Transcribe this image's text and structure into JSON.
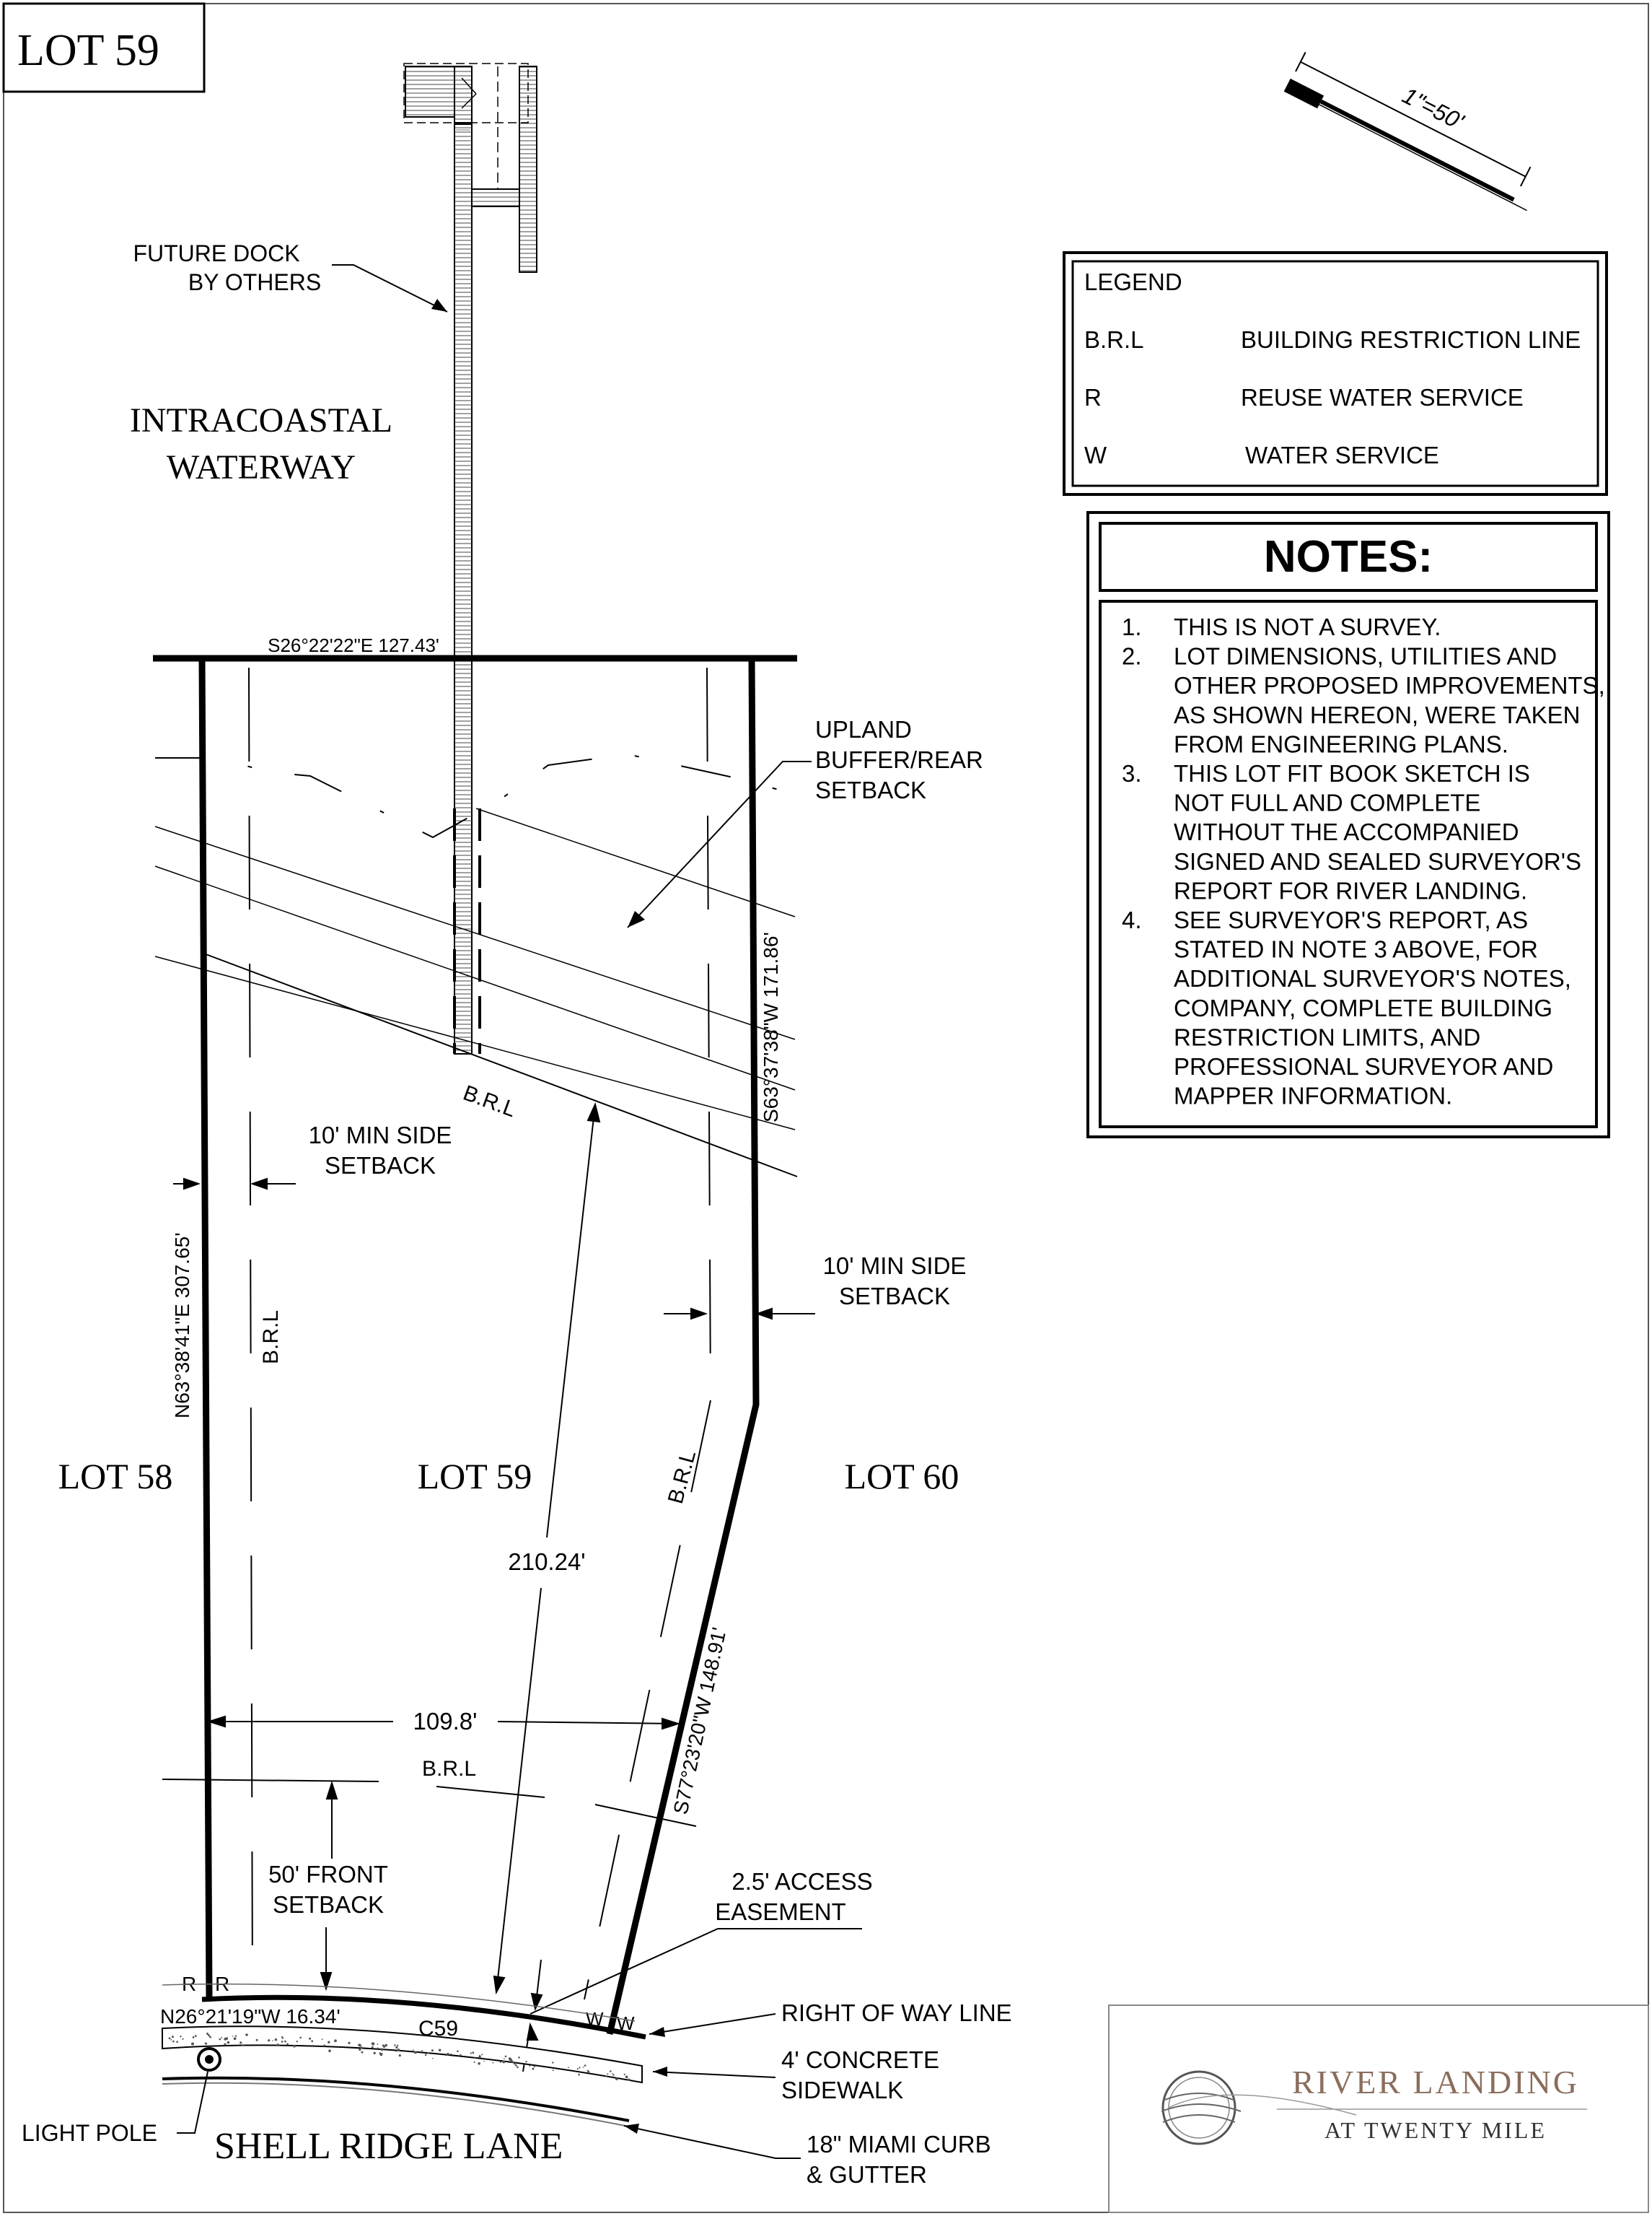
{
  "sheet_title": "LOT 59",
  "scale": "1\"=50'",
  "legend": {
    "title": "LEGEND",
    "entries": [
      {
        "code": "B.R.L",
        "meaning": "BUILDING RESTRICTION LINE"
      },
      {
        "code": "R",
        "meaning": "REUSE WATER SERVICE"
      },
      {
        "code": "W",
        "meaning": "WATER SERVICE"
      }
    ]
  },
  "notes": {
    "title": "NOTES:",
    "items": [
      {
        "num": "1.",
        "lines": [
          "THIS IS NOT A SURVEY."
        ]
      },
      {
        "num": "2.",
        "lines": [
          "LOT DIMENSIONS, UTILITIES AND",
          "OTHER PROPOSED IMPROVEMENTS,",
          "AS SHOWN HEREON, WERE TAKEN",
          "FROM ENGINEERING PLANS."
        ]
      },
      {
        "num": "3.",
        "lines": [
          "THIS LOT FIT BOOK SKETCH IS",
          "NOT FULL AND COMPLETE",
          "WITHOUT THE ACCOMPANIED",
          "SIGNED AND SEALED SURVEYOR'S",
          "REPORT FOR RIVER LANDING."
        ]
      },
      {
        "num": "4.",
        "lines": [
          "SEE SURVEYOR'S REPORT, AS",
          "STATED IN NOTE 3 ABOVE, FOR",
          "ADDITIONAL SURVEYOR'S NOTES,",
          "COMPANY, COMPLETE BUILDING",
          "RESTRICTION LIMITS, AND",
          "PROFESSIONAL SURVEYOR AND",
          "MAPPER INFORMATION."
        ]
      }
    ]
  },
  "labels": {
    "future_dock": [
      "FUTURE DOCK",
      "BY OTHERS"
    ],
    "waterway": [
      "INTRACOASTAL",
      "WATERWAY"
    ],
    "rear_bearing": "S26°22'22\"E 127.43'",
    "upland": [
      "UPLAND",
      "BUFFER/REAR",
      "SETBACK"
    ],
    "right_bearing": "S63°37'38\"W 171.86'",
    "brl": "B.R.L",
    "side_setback_left": [
      "10' MIN SIDE",
      "SETBACK"
    ],
    "side_setback_right": [
      "10' MIN SIDE",
      "SETBACK"
    ],
    "left_bearing": "N63°38'41\"E 307.65'",
    "lot_58": "LOT 58",
    "lot_59": "LOT 59",
    "lot_60": "LOT 60",
    "depth": "210.24'",
    "width": "109.8'",
    "front_right_bearing": "S77°23'20\"W 148.91'",
    "front_setback": [
      "50' FRONT",
      "SETBACK"
    ],
    "access_easement": [
      "2.5' ACCESS",
      "EASEMENT"
    ],
    "row_line": "RIGHT OF WAY LINE",
    "front_bearing": "N26°21'19\"W 16.34'",
    "curve": "C59",
    "sidewalk": [
      "4' CONCRETE",
      "SIDEWALK"
    ],
    "light_pole": "LIGHT POLE",
    "street": "SHELL RIDGE LANE",
    "curb": [
      "18\" MIAMI CURB",
      "& GUTTER"
    ],
    "reuse_mark": "R",
    "water_mark": "W"
  },
  "logo": {
    "name": "RIVER LANDING",
    "tagline": "AT TWENTY MILE"
  }
}
